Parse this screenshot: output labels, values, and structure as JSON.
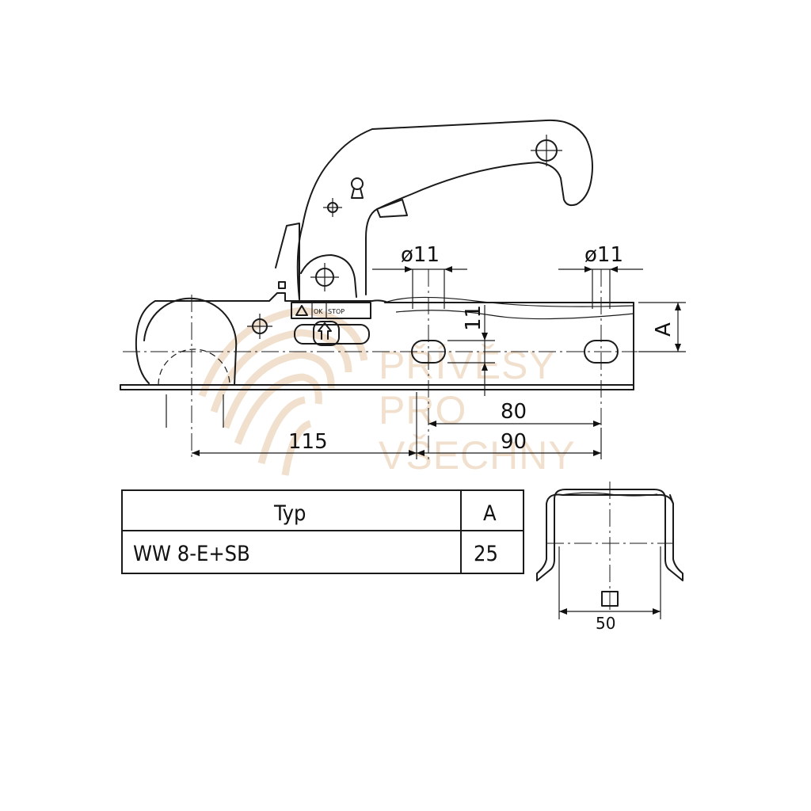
{
  "watermark": {
    "line1": "PŘÍVĚSY",
    "line2": "PRO",
    "line3": "VŠECHNY"
  },
  "label_plate": {
    "ok": "OK",
    "stop": "STOP"
  },
  "dimensions": {
    "hole_dia_left": "ø11",
    "hole_dia_right": "ø11",
    "slot_height": "11",
    "height_a": "A",
    "hole_spacing": "80",
    "ball_to_hole": "115",
    "hole_to_hole_total": "90",
    "profile_width": "50"
  },
  "table": {
    "headers": [
      "Typ",
      "A"
    ],
    "rows": [
      [
        "WW 8-E+SB",
        "25"
      ]
    ]
  }
}
